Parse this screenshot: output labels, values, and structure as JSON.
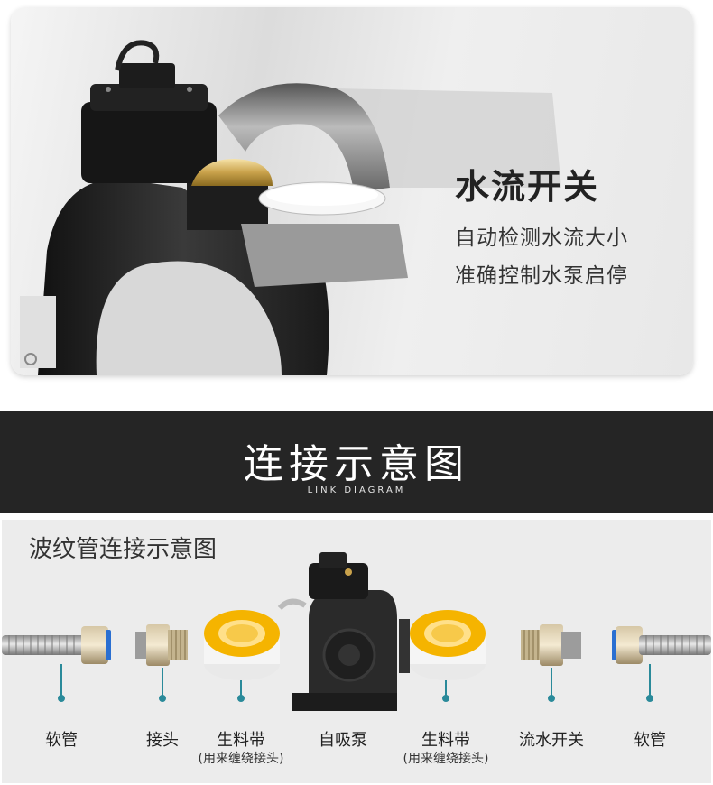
{
  "hero": {
    "title": "水流开关",
    "line1": "自动检测水流大小",
    "line2": "准确控制水泵启停"
  },
  "banner": {
    "title": "连接示意图",
    "subtitle": "LINK DIAGRAM"
  },
  "diagram": {
    "title": "波纹管连接示意图",
    "parts": [
      {
        "label": "软管",
        "icon": "corrugated-hose-icon"
      },
      {
        "label": "接头",
        "icon": "brass-fitting-icon"
      },
      {
        "label": "生料带",
        "sub": "(用来缠绕接头)",
        "icon": "ptfe-tape-icon"
      },
      {
        "label": "自吸泵",
        "icon": "self-priming-pump-icon"
      },
      {
        "label": "生料带",
        "sub": "(用来缠绕接头)",
        "icon": "ptfe-tape-icon"
      },
      {
        "label": "流水开关",
        "icon": "flow-switch-icon"
      },
      {
        "label": "软管",
        "icon": "corrugated-hose-icon"
      }
    ]
  },
  "colors": {
    "banner_bg": "#252525",
    "tape_yellow": "#f5b400",
    "connector_teal": "#2a8a9a"
  }
}
